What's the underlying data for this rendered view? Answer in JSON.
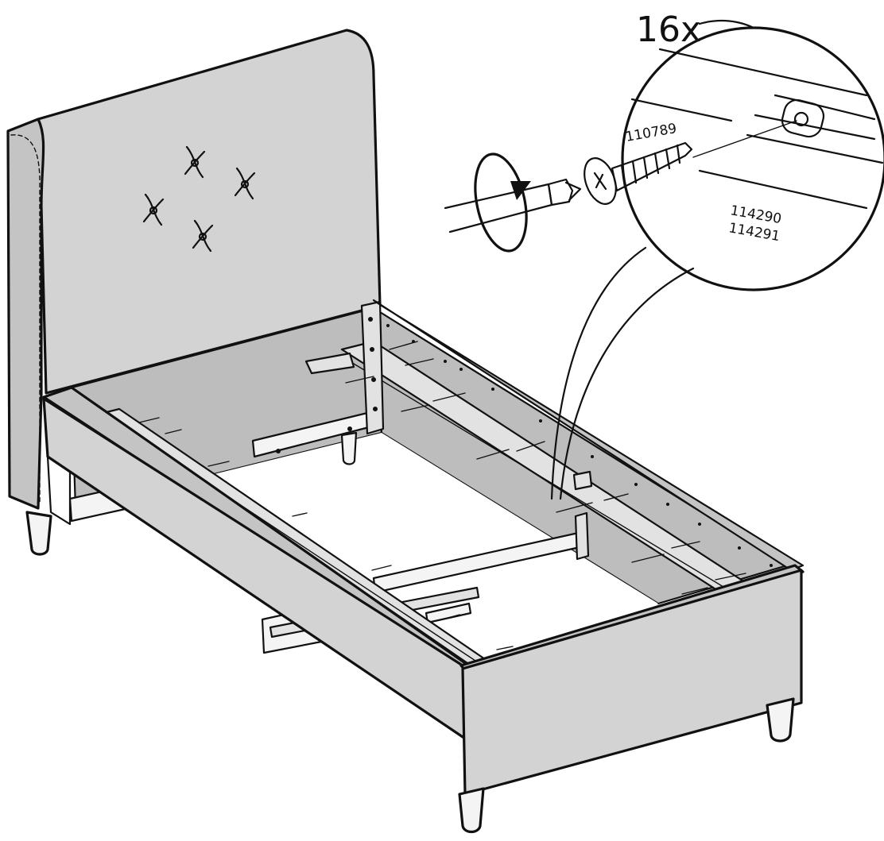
{
  "callout": {
    "quantity": "16x",
    "screw_part": "110789",
    "rail_part_1": "114290",
    "rail_part_2": "114291"
  },
  "icons": [
    "bed-frame",
    "screwdriver-icon",
    "rotate-clockwise-icon",
    "screw-icon",
    "magnifier-callout"
  ],
  "colors": {
    "fabric": "#d3d3d3",
    "line": "#111111",
    "background": "#ffffff"
  }
}
